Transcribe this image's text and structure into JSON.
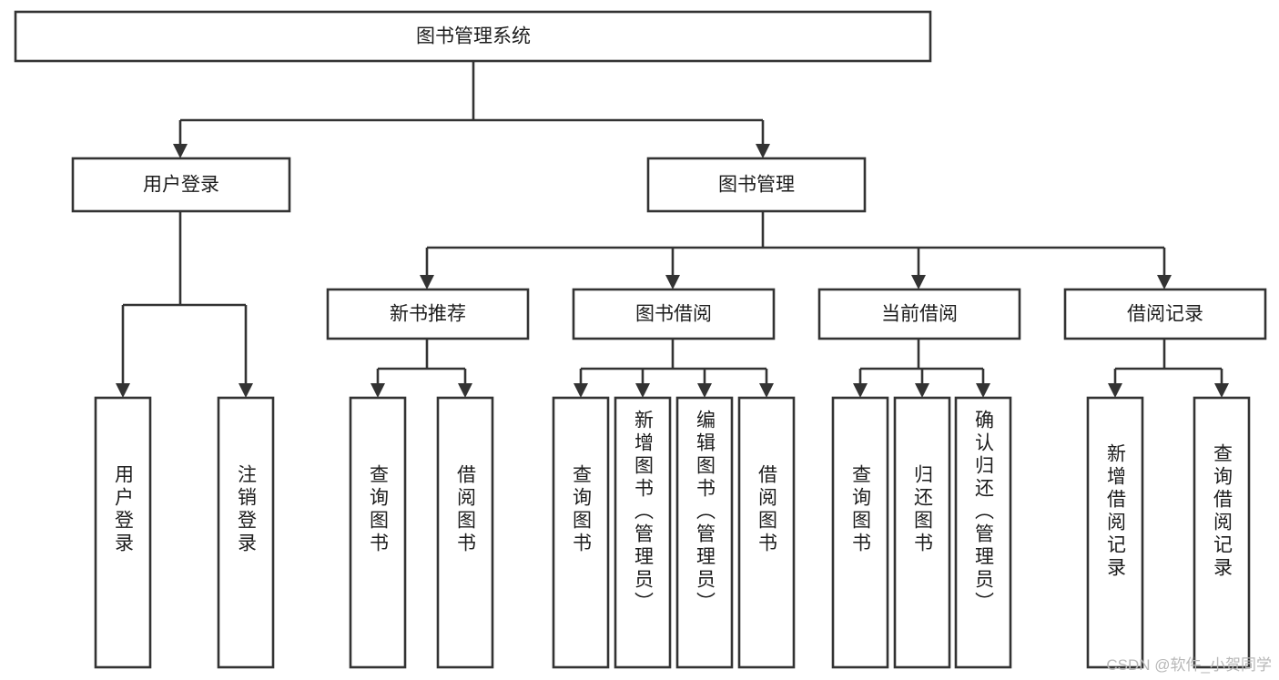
{
  "diagram": {
    "type": "hierarchy-tree",
    "title": "图书管理系统",
    "watermark": "CSDN @软件_小贺同学",
    "colors": {
      "stroke": "#333333",
      "fill": "#ffffff",
      "text": "#1d1d1d",
      "watermark": "#b8b8b8"
    },
    "levels": {
      "root": {
        "label": "图书管理系统"
      },
      "level1": [
        {
          "label": "用户登录"
        },
        {
          "label": "图书管理"
        }
      ],
      "level2": [
        {
          "label": "新书推荐"
        },
        {
          "label": "图书借阅"
        },
        {
          "label": "当前借阅"
        },
        {
          "label": "借阅记录"
        }
      ],
      "leaves": [
        {
          "label": "用户登录",
          "parent": "用户登录"
        },
        {
          "label": "注销登录",
          "parent": "用户登录"
        },
        {
          "label": "查询图书",
          "parent": "新书推荐"
        },
        {
          "label": "借阅图书",
          "parent": "新书推荐"
        },
        {
          "label": "查询图书",
          "parent": "图书借阅"
        },
        {
          "label": "新增图书（管理员）",
          "parent": "图书借阅"
        },
        {
          "label": "编辑图书（管理员）",
          "parent": "图书借阅"
        },
        {
          "label": "借阅图书",
          "parent": "图书借阅"
        },
        {
          "label": "查询图书",
          "parent": "当前借阅"
        },
        {
          "label": "归还图书",
          "parent": "当前借阅"
        },
        {
          "label": "确认归还（管理员）",
          "parent": "当前借阅"
        },
        {
          "label": "新增借阅记录",
          "parent": "借阅记录"
        },
        {
          "label": "查询借阅记录",
          "parent": "借阅记录"
        }
      ]
    }
  }
}
